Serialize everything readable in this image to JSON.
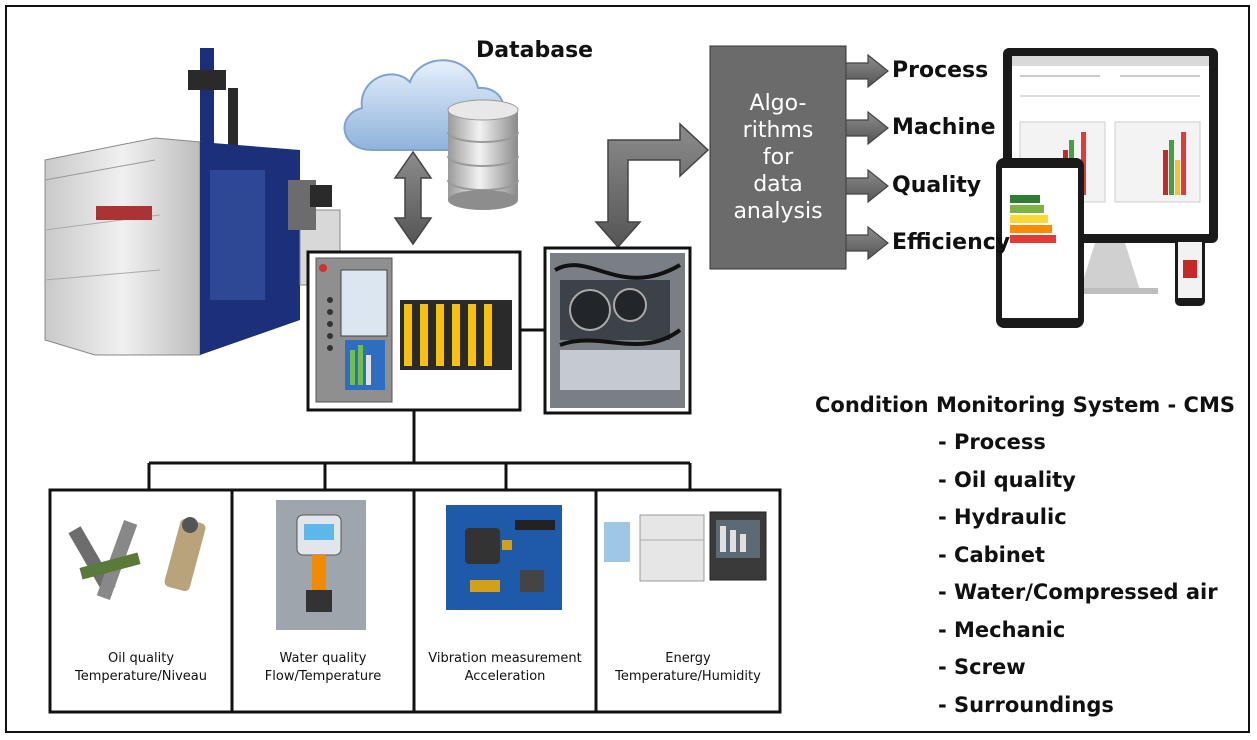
{
  "diagram": {
    "database_label": "Database",
    "algorithm_label": "Algo-\nrithms\nfor\ndata\nanalysis",
    "outputs": [
      "Process",
      "Machine",
      "Quality",
      "Efficiency"
    ],
    "sensors": [
      {
        "label": "Oil quality\nTemperature/Niveau"
      },
      {
        "label": "Water quality\nFlow/Temperature"
      },
      {
        "label": "Vibration measurement\nAcceleration"
      },
      {
        "label": "Energy\nTemperature/Humidity"
      }
    ],
    "cms": {
      "title": "Condition Monitoring System - CMS",
      "items": [
        "- Process",
        "- Oil quality",
        "- Hydraulic",
        "- Cabinet",
        "- Water/Compressed air",
        "- Mechanic",
        "- Screw",
        "- Surroundings"
      ]
    }
  },
  "colors": {
    "algo_box": "#6b6b6b",
    "arrow_fill": "#777777",
    "cloud": "#bcd3ec",
    "machine_blue": "#1c2f7a",
    "database": "#c9c9c9"
  }
}
